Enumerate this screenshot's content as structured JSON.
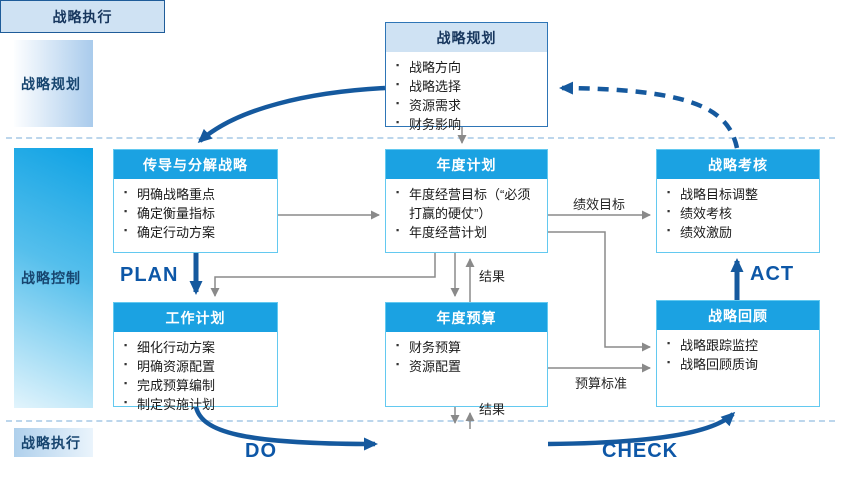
{
  "bands": {
    "planning": {
      "label": "战略规划"
    },
    "control": {
      "label": "战略控制"
    },
    "execution": {
      "label": "战略执行"
    }
  },
  "boxes": {
    "strategic_planning": {
      "title": "战略规划",
      "items": [
        "战略方向",
        "战略选择",
        "资源需求",
        "财务影响"
      ]
    },
    "transmit_decompose": {
      "title": "传导与分解战略",
      "items": [
        "明确战略重点",
        "确定衡量指标",
        "确定行动方案"
      ]
    },
    "annual_plan": {
      "title": "年度计划",
      "items": [
        "年度经营目标（“必须打赢的硬仗”）",
        "年度经营计划"
      ]
    },
    "strategy_assessment": {
      "title": "战略考核",
      "items": [
        "战略目标调整",
        "绩效考核",
        "绩效激励"
      ]
    },
    "work_plan": {
      "title": "工作计划",
      "items": [
        "细化行动方案",
        "明确资源配置",
        "完成预算编制",
        "制定实施计划"
      ]
    },
    "annual_budget": {
      "title": "年度预算",
      "items": [
        "财务预算",
        "资源配置"
      ]
    },
    "strategy_review": {
      "title": "战略回顾",
      "items": [
        "战略跟踪监控",
        "战略回顾质询"
      ]
    },
    "strategy_execution": {
      "title": "战略执行"
    }
  },
  "edge_labels": {
    "performance_target": "绩效目标",
    "budget_standard": "预算标准",
    "result_upper": "结果",
    "result_lower": "结果"
  },
  "cycle_labels": {
    "plan": "PLAN",
    "do": "DO",
    "check": "CHECK",
    "act": "ACT"
  },
  "colors": {
    "header_cyan": "#1BA2E2",
    "navy_arrow": "#15599E",
    "cycle_text_navy": "#0D57A7",
    "light_blue_fill": "#CFE2F3",
    "gray_line": "#8A8A8A",
    "band_text": "#17456F"
  }
}
